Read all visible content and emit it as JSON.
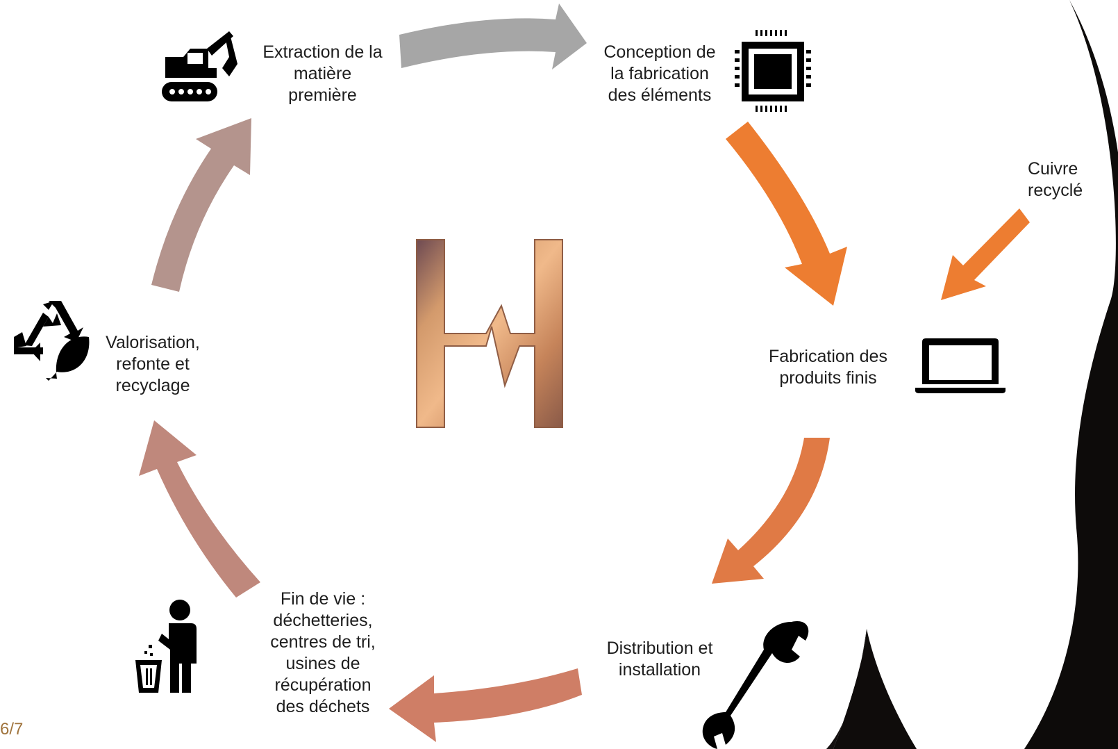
{
  "stages": {
    "extraction": {
      "lines": [
        "Extraction de la",
        "matière",
        "première"
      ],
      "icon": "excavator-icon"
    },
    "conception": {
      "lines": [
        "Conception de",
        "la fabrication",
        "des éléments"
      ],
      "icon": "cpu-chip-icon"
    },
    "fabrication": {
      "lines": [
        "Fabrication des",
        "produits finis"
      ],
      "icon": "laptop-icon"
    },
    "distribution": {
      "lines": [
        "Distribution et",
        "installation"
      ],
      "icon": "wrench-icon"
    },
    "fin_de_vie": {
      "lines": [
        "Fin de vie :",
        "déchetteries,",
        "centres de tri,",
        "usines de",
        "récupération",
        "des déchets"
      ],
      "icon": "trash-person-icon"
    },
    "valorisation": {
      "lines": [
        "Valorisation,",
        "refonte et",
        "recyclage"
      ],
      "icon": "recycle-leaf-icon"
    }
  },
  "input": {
    "lines": [
      "Cuivre",
      "recyclé"
    ]
  },
  "logo": {
    "icon": "copper-h-logo"
  },
  "page_number": "6/7",
  "colors": {
    "arrow_gray": "#a6a6a6",
    "arrow_orange": "#ed7d31",
    "arrow_orange2": "#e07a45",
    "arrow_salmon": "#cf7e66",
    "arrow_rose": "#bf887c",
    "arrow_mauve": "#b4948d",
    "icon": "#000000",
    "copper": "#c88a5c"
  }
}
